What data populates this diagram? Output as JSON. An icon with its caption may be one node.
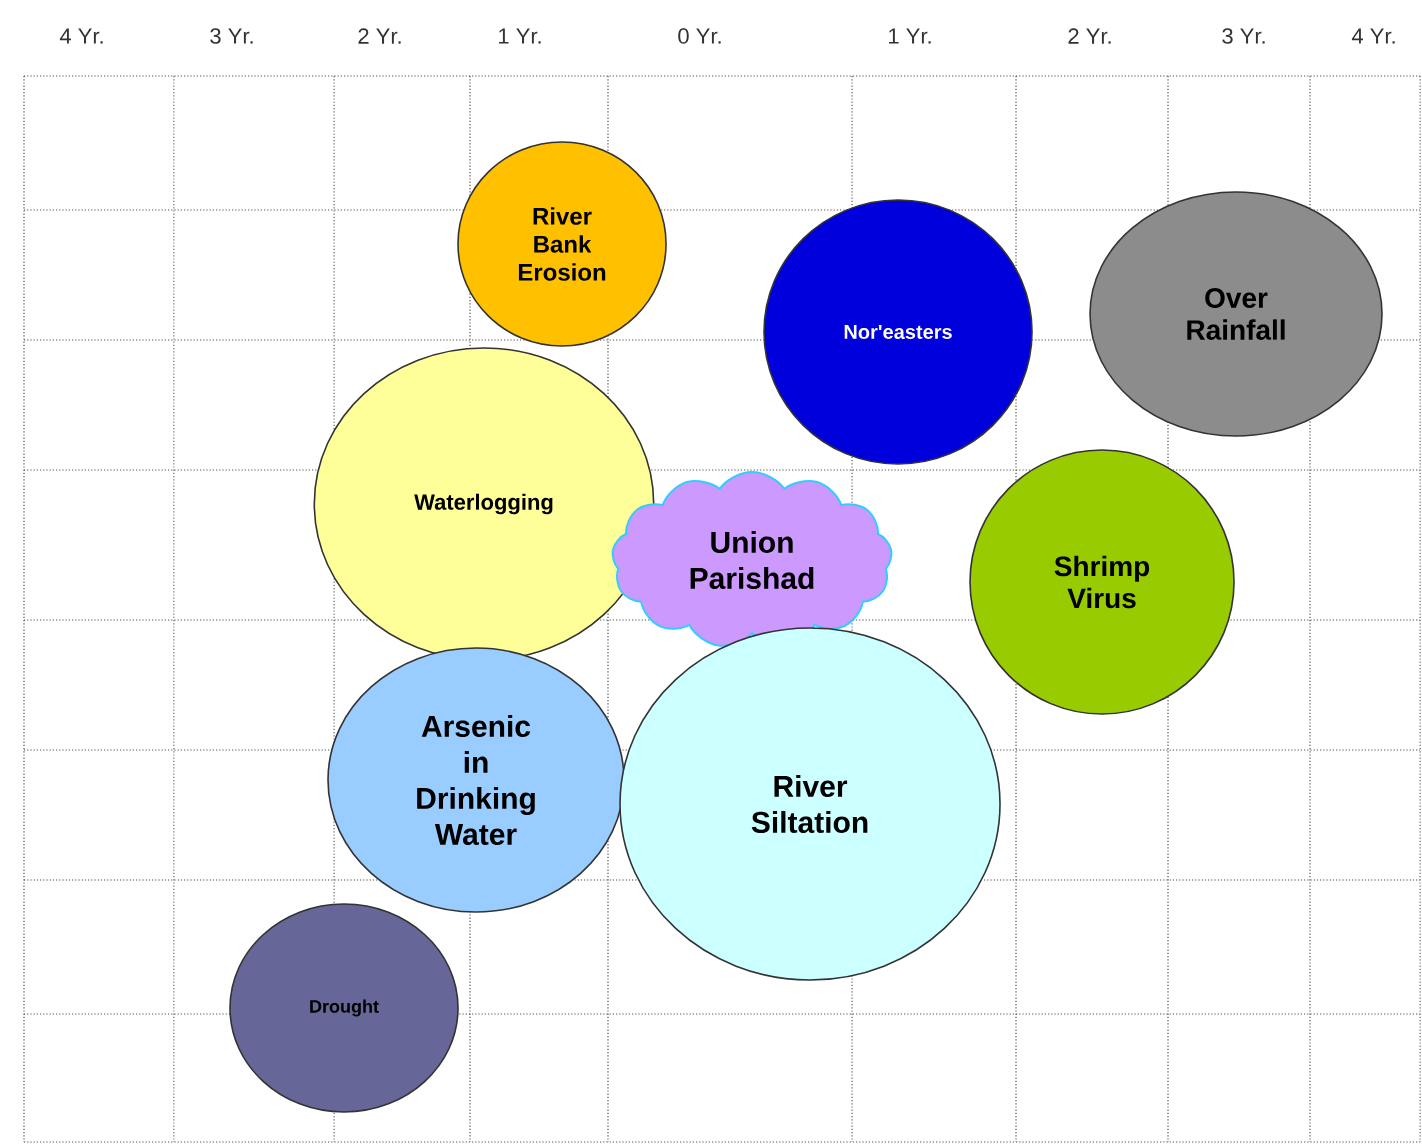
{
  "diagram": {
    "nodes": [
      {
        "text": [
          "River Bank Erosion"
        ]
      },
      {
        "text": [
          "Nor'easters"
        ]
      },
      {
        "text": [
          "Over Rainfall"
        ]
      },
      {
        "text": [
          "Waterlogging"
        ]
      },
      {
        "text": [
          "Union Parishad"
        ]
      },
      {
        "text": [
          "Shrimp Virus"
        ]
      },
      {
        "text": [
          "Arsenic in Drinking Water"
        ]
      },
      {
        "text": [
          "River Siltation"
        ]
      },
      {
        "text": [
          "Drought"
        ]
      }
    ],
    "edges": [],
    "labels": [
      "4 Yr.",
      "3 Yr.",
      "2 Yr.",
      "1 Yr.",
      "0 Yr.",
      "1 Yr.",
      "2 Yr.",
      "3 Yr.",
      "4 Yr."
    ]
  }
}
